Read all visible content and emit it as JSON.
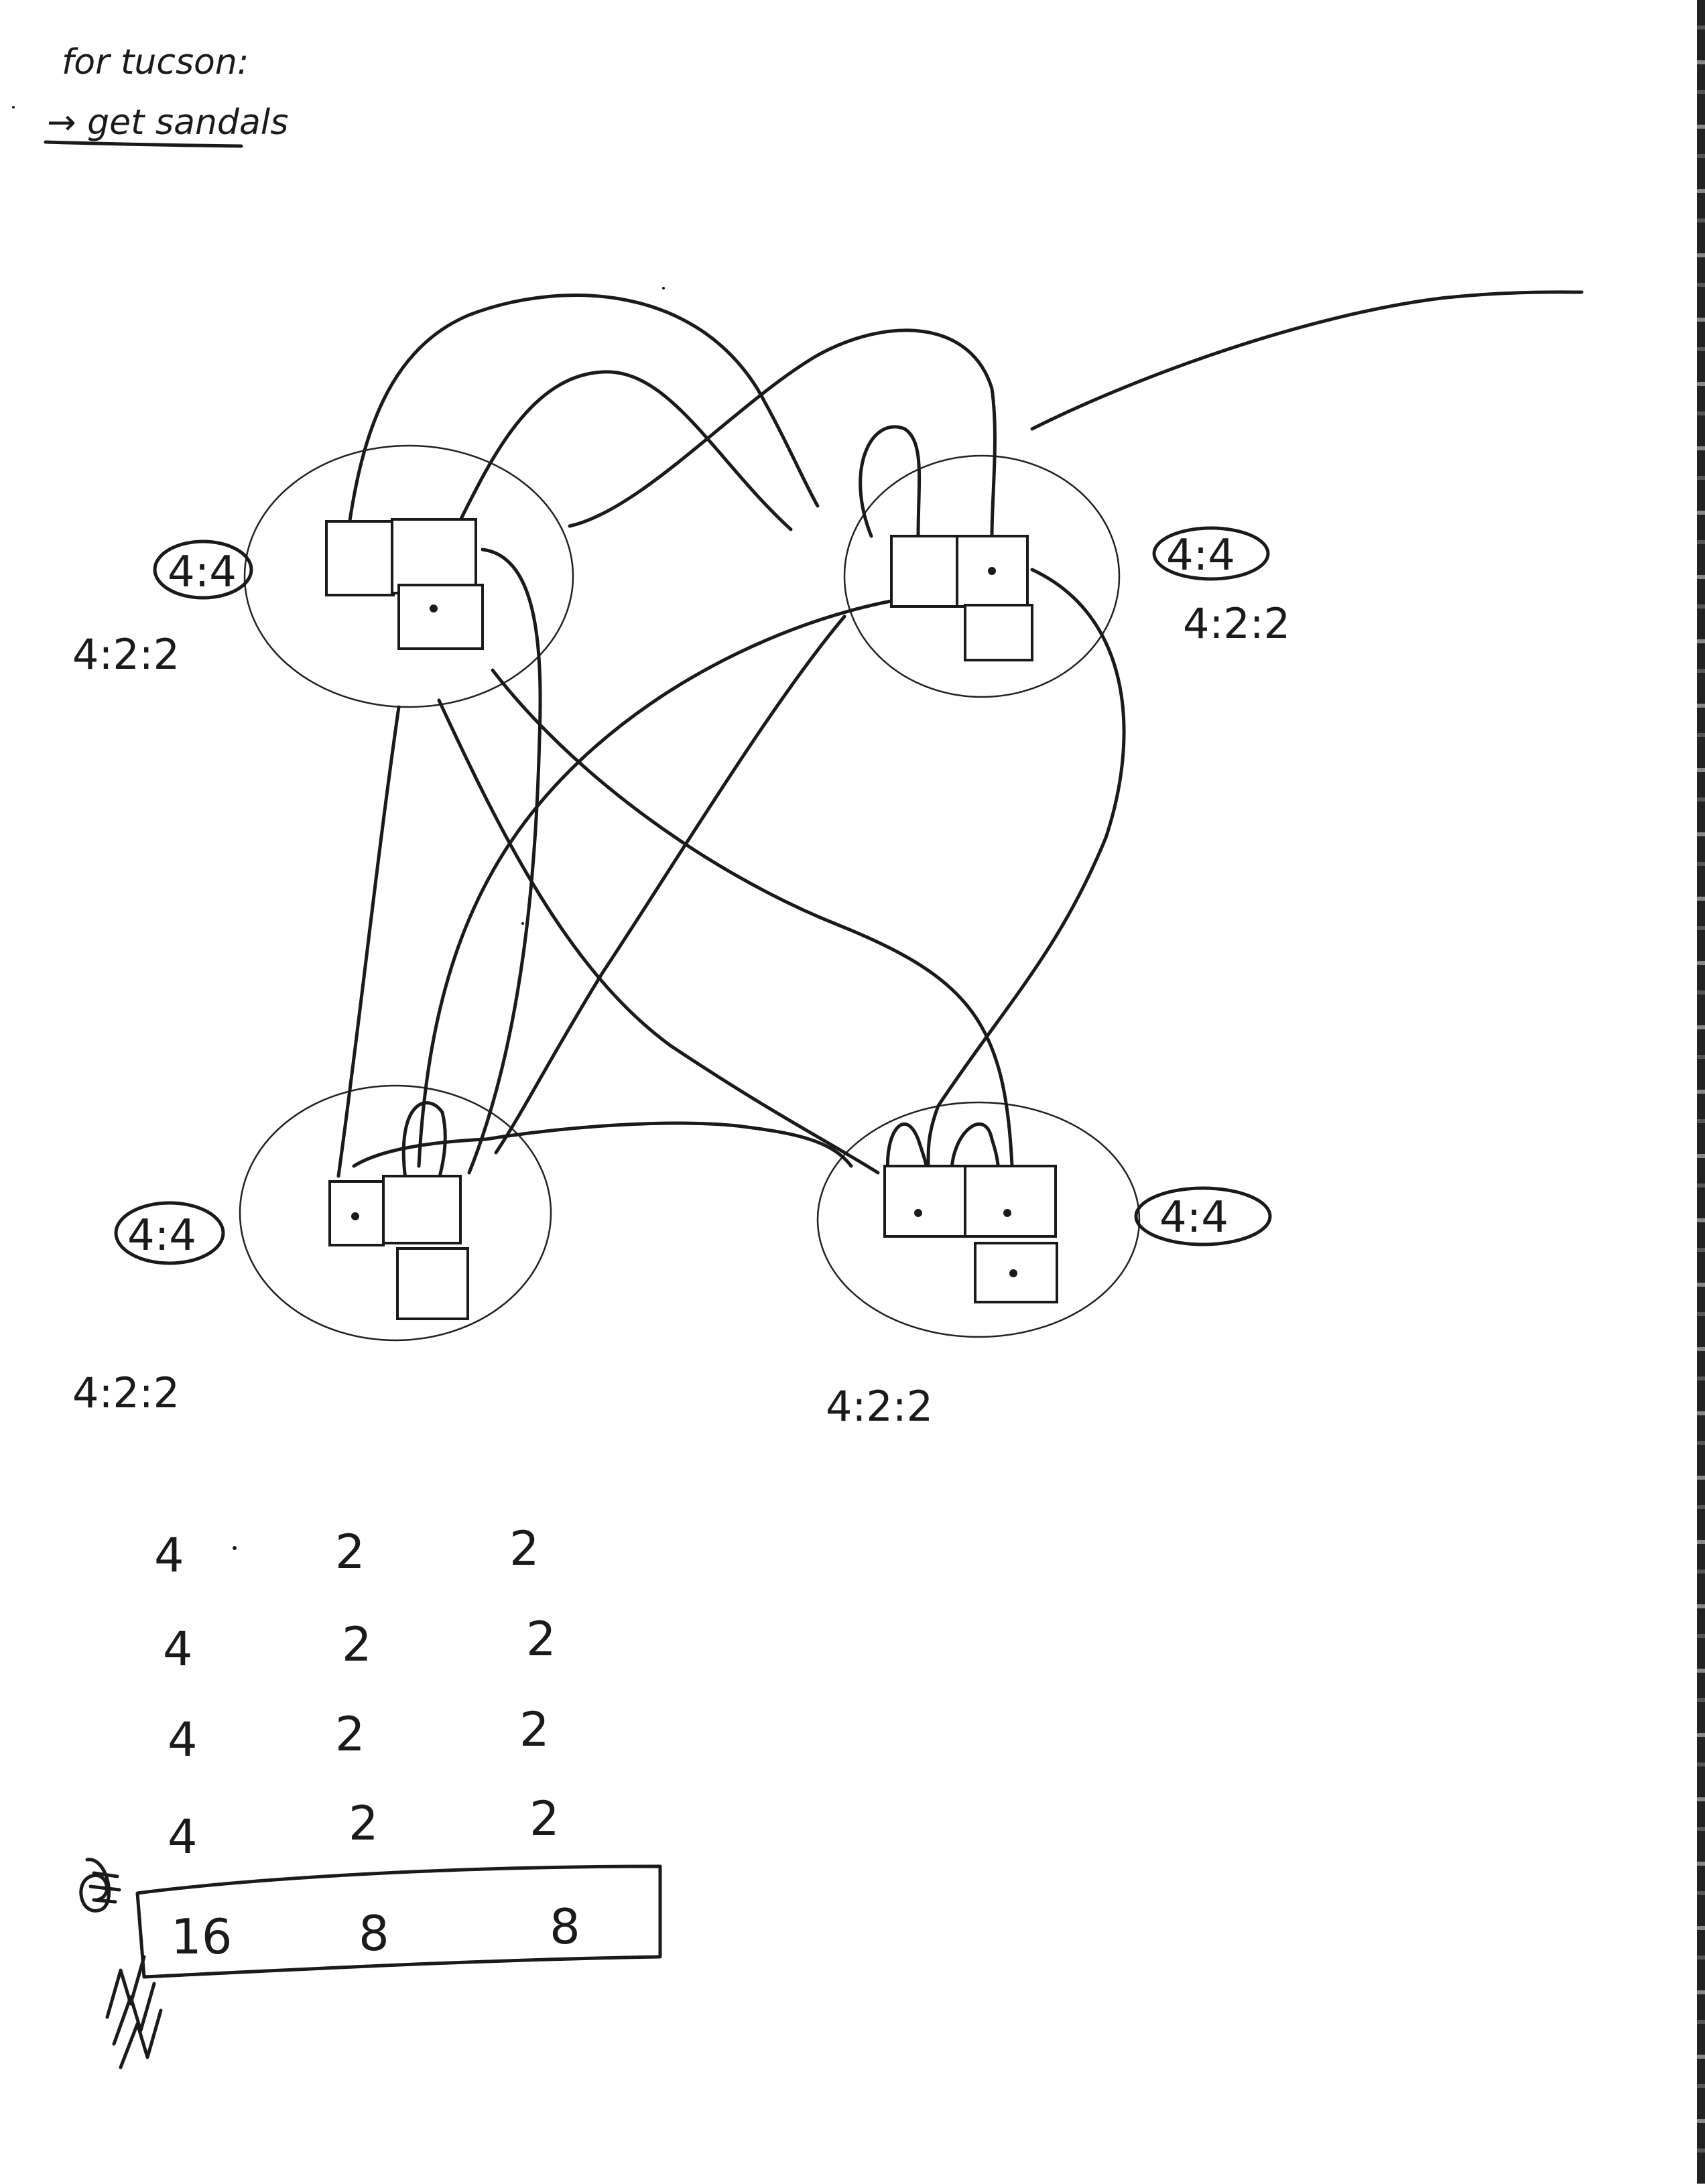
{
  "note": {
    "line1": "for tucson:",
    "line2": "→ get sandals"
  },
  "nodes": [
    {
      "ratio_circled": "4:4",
      "ratio": "4:2:2"
    },
    {
      "ratio_circled": "4:4",
      "ratio": "4:2:2"
    },
    {
      "ratio_circled": "4:4",
      "ratio": "4:2:2"
    },
    {
      "ratio_circled": "4:4",
      "ratio": "4:2:2"
    }
  ],
  "table": {
    "rows": [
      [
        "4",
        "2",
        "2"
      ],
      [
        "4",
        "2",
        "2"
      ],
      [
        "4",
        "2",
        "2"
      ],
      [
        "4",
        "2",
        "2"
      ]
    ],
    "total": [
      "16",
      "8",
      "8"
    ]
  }
}
